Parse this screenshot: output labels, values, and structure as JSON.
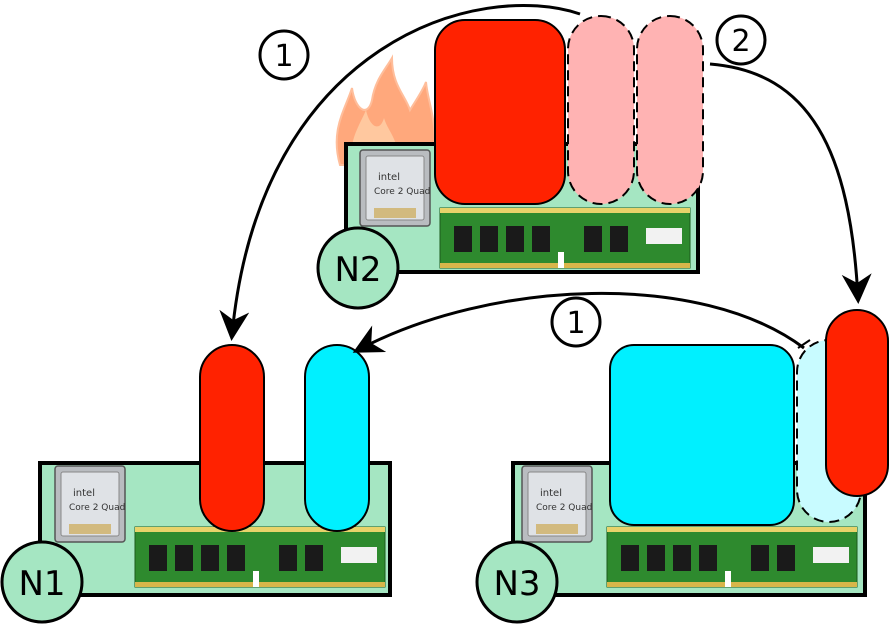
{
  "nodes": {
    "n1": {
      "label": "N1"
    },
    "n2": {
      "label": "N2"
    },
    "n3": {
      "label": "N3"
    }
  },
  "steps": {
    "migrate_left_top": "1",
    "migrate_right_top": "2",
    "migrate_left_bottom": "1"
  },
  "cpu": {
    "brand": "intel",
    "model": "Core 2 Quad"
  },
  "colors": {
    "board": "#a5e6c2",
    "vm_red": "#ff2200",
    "vm_red_faded": "#ffb3b3",
    "vm_cyan": "#00f0ff",
    "vm_cyan_faded": "#c8fbff",
    "ram_board": "#2e8a2e",
    "ram_chip": "#1a1a1a",
    "fire": "#ff6a33"
  }
}
